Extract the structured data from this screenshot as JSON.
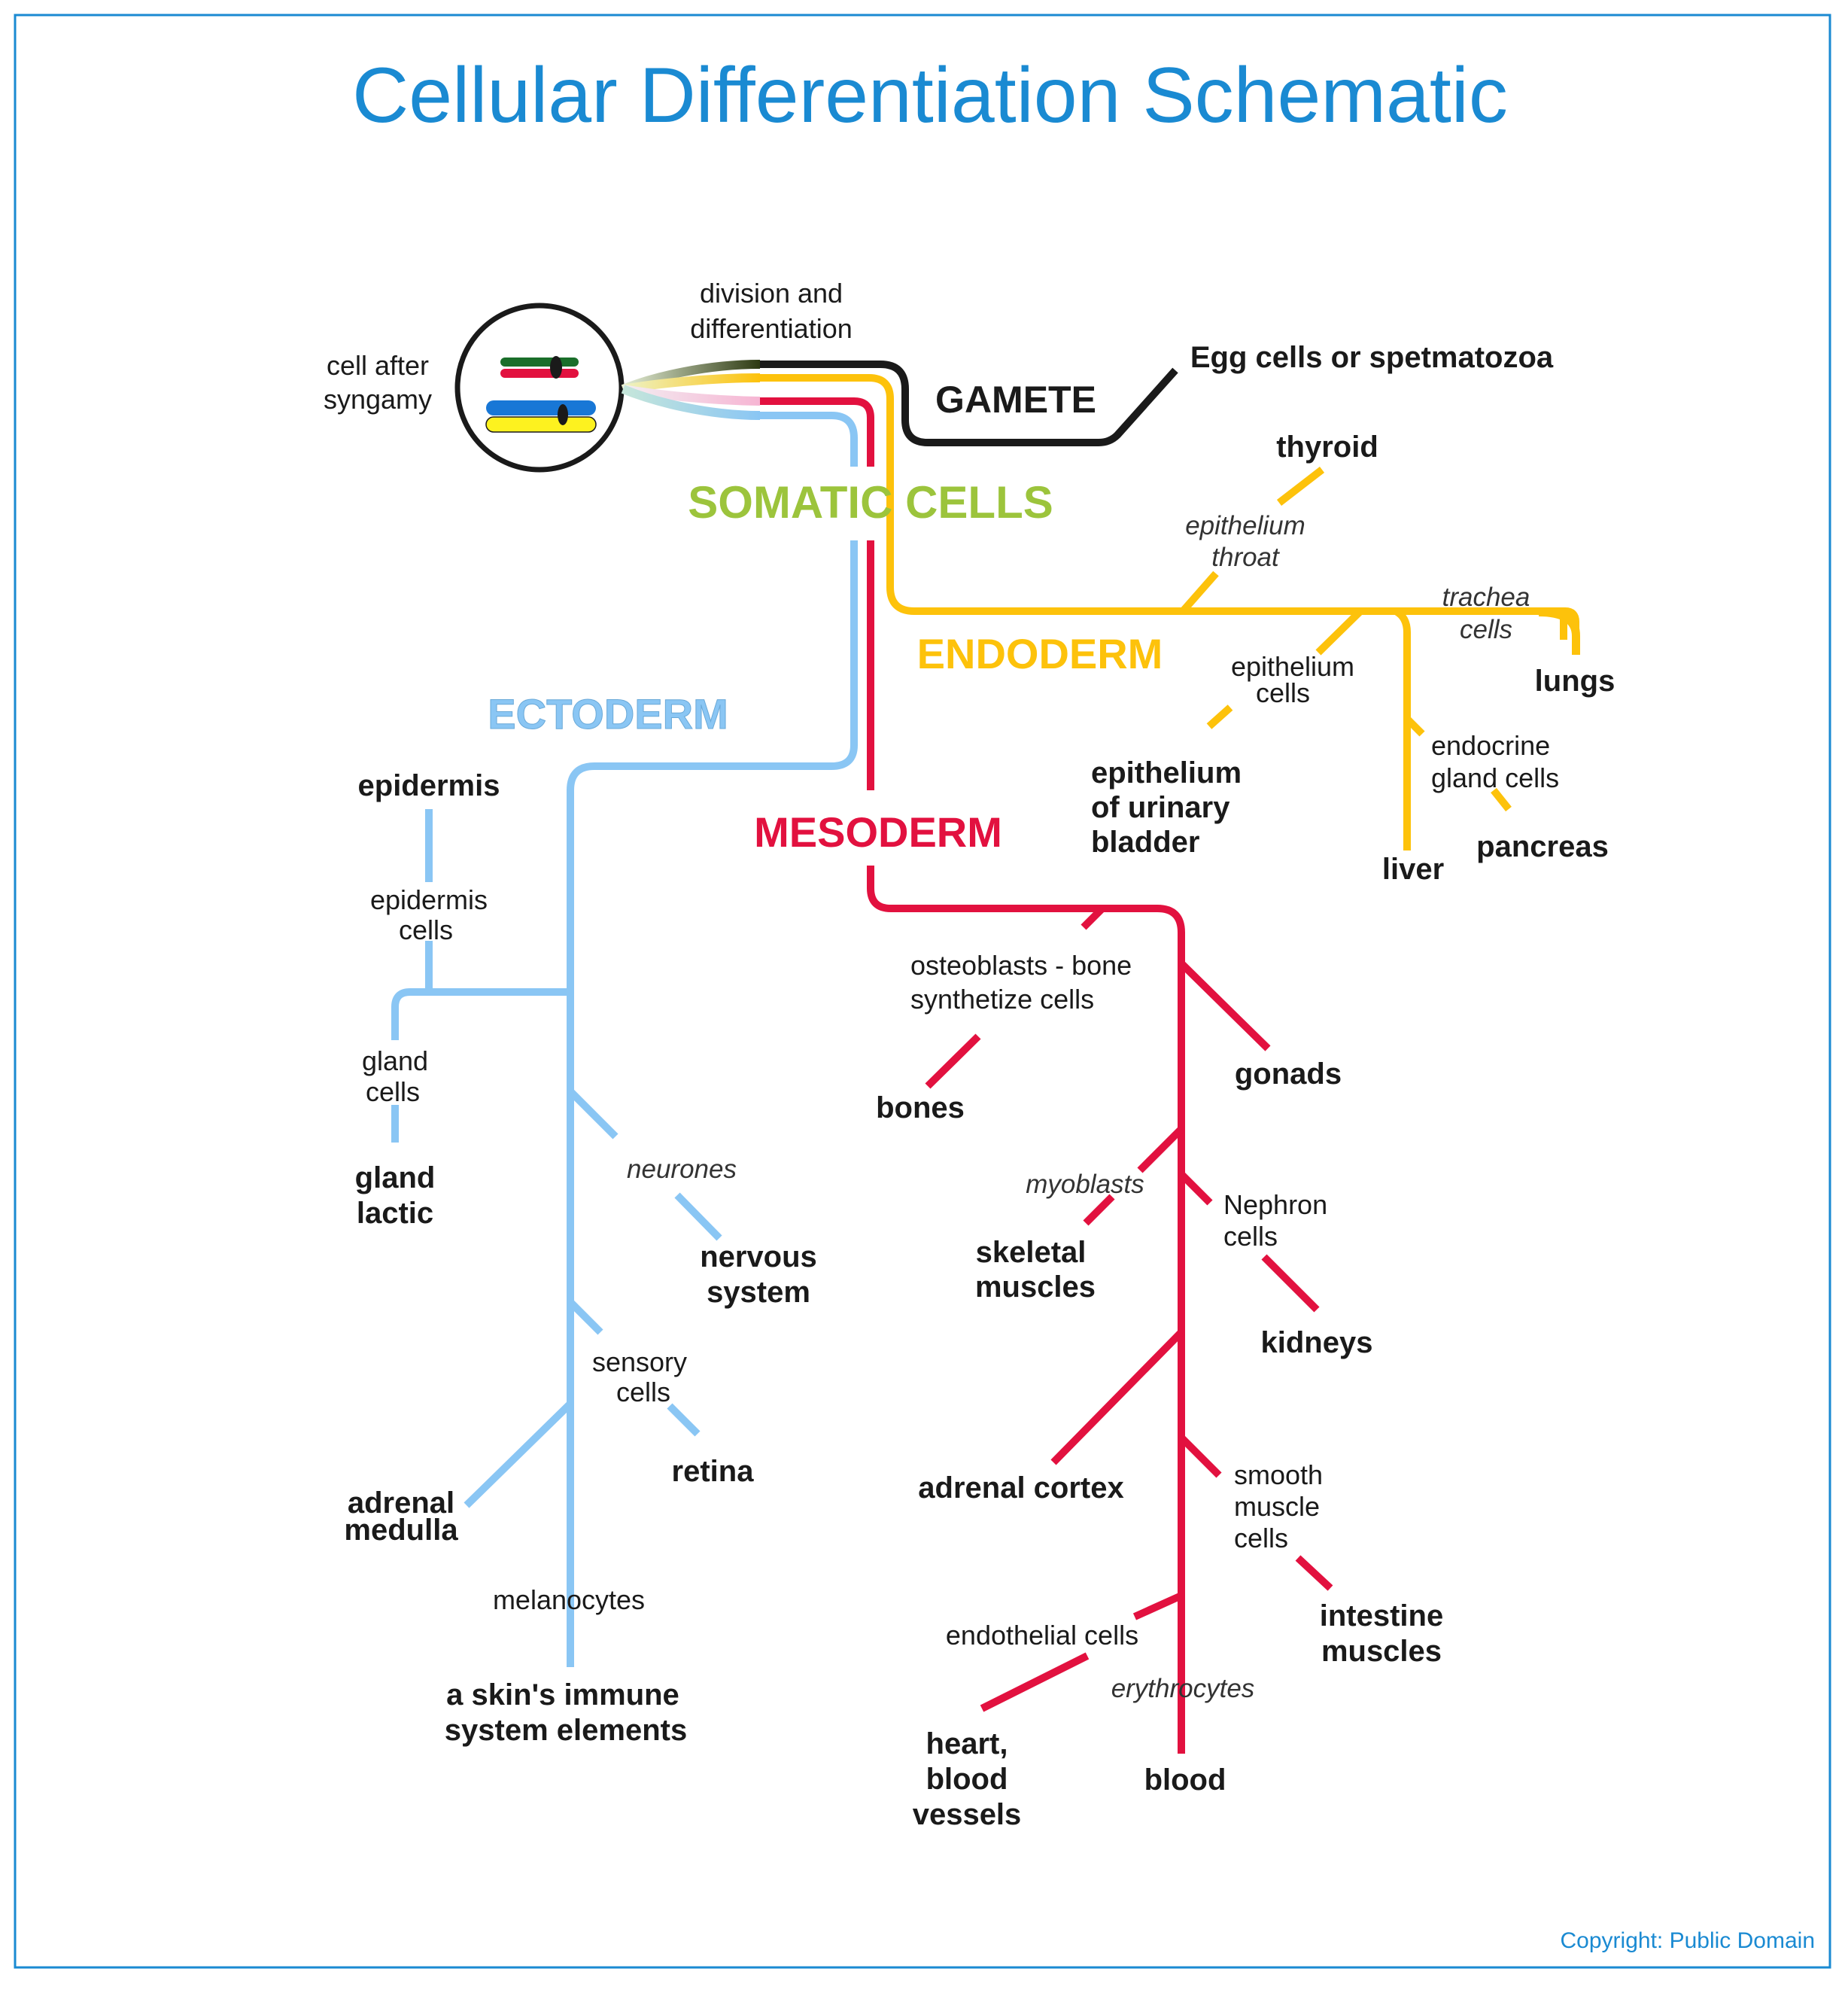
{
  "title": "Cellular Differentiation Schematic",
  "copyright": "Copyright: Public Domain",
  "colors": {
    "frame": "#1a8ad2",
    "title": "#1a8ad2",
    "gamete": "#1a1a1a",
    "somatic": "#9cc43c",
    "endoderm": "#fdc20b",
    "ectoderm": "#8ac6f4",
    "mesoderm": "#e2113f"
  },
  "origin": {
    "label_line1": "cell after",
    "label_line2": "syngamy",
    "division_line1": "division and",
    "division_line2": "differentiation"
  },
  "gamete": {
    "label": "GAMETE",
    "result": "Egg cells or spetmatozoa"
  },
  "somatic": {
    "label": "SOMATIC CELLS"
  },
  "endoderm": {
    "label": "ENDODERM",
    "epithelium_throat_1": "epithelium",
    "epithelium_throat_2": "throat",
    "thyroid": "thyroid",
    "trachea_1": "trachea",
    "trachea_2": "cells",
    "lungs": "lungs",
    "epithelium_cells_1": "epithelium",
    "epithelium_cells_2": "cells",
    "urinary_1": "epithelium",
    "urinary_2": "of urinary",
    "urinary_3": "bladder",
    "endocrine_1": "endocrine",
    "endocrine_2": "gland cells",
    "pancreas": "pancreas",
    "liver": "liver"
  },
  "ectoderm": {
    "label": "ECTODERM",
    "epidermis": "epidermis",
    "epidermis_cells_1": "epidermis",
    "epidermis_cells_2": "cells",
    "gland_cells_1": "gland",
    "gland_cells_2": "cells",
    "gland_lactic_1": "gland",
    "gland_lactic_2": "lactic",
    "neurones": "neurones",
    "nervous_1": "nervous",
    "nervous_2": "system",
    "sensory_1": "sensory",
    "sensory_2": "cells",
    "retina": "retina",
    "adrenal_medulla_1": "adrenal",
    "adrenal_medulla_2": "medulla",
    "melanocytes": "melanocytes",
    "skin_immune_1": "a skin's immune",
    "skin_immune_2": "system elements"
  },
  "mesoderm": {
    "label": "MESODERM",
    "osteoblasts_1": "osteoblasts - bone",
    "osteoblasts_2": "synthetize cells",
    "bones": "bones",
    "gonads": "gonads",
    "myoblasts": "myoblasts",
    "skeletal_1": "skeletal",
    "skeletal_2": "muscles",
    "nephron_1": "Nephron",
    "nephron_2": "cells",
    "kidneys": "kidneys",
    "adrenal_cortex": "adrenal cortex",
    "smooth_1": "smooth",
    "smooth_2": "muscle",
    "smooth_3": "cells",
    "intestine_1": "intestine",
    "intestine_2": "muscles",
    "endothelial": "endothelial cells",
    "heart_1": "heart,",
    "heart_2": "blood",
    "heart_3": "vessels",
    "erythrocytes": "erythrocytes",
    "blood": "blood"
  }
}
